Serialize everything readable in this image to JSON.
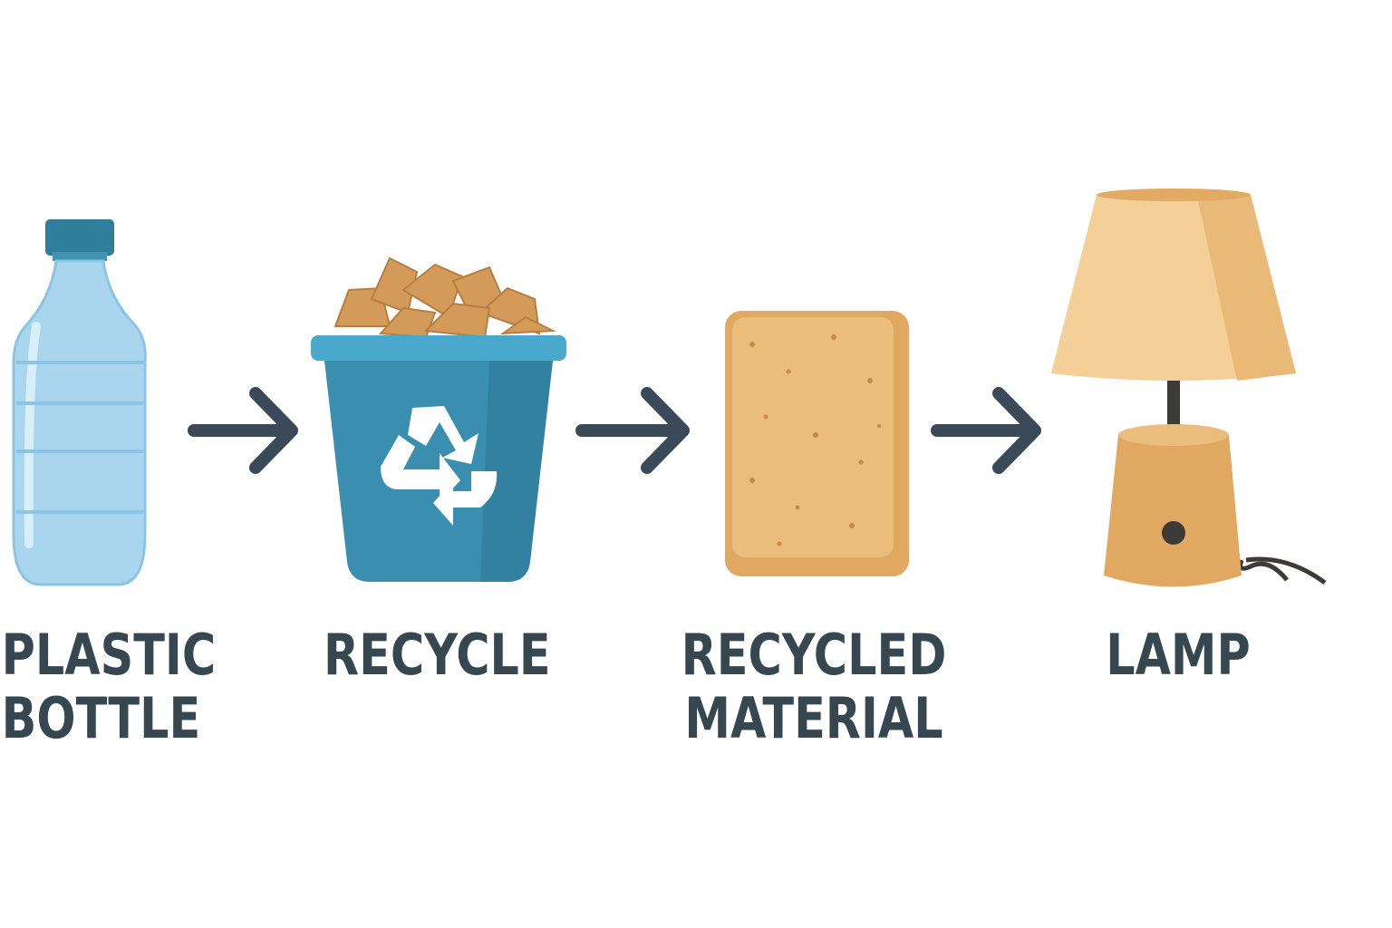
{
  "steps": [
    {
      "label_line1": "PLASTIC",
      "label_line2": "BOTTLE",
      "icon": "plastic-bottle"
    },
    {
      "label_line1": "RECYCLE",
      "icon": "recycling-bin"
    },
    {
      "label_line1": "RECYCLED",
      "label_line2": "MATERIAL",
      "icon": "cork-material-block"
    },
    {
      "label_line1": "LAMP",
      "icon": "table-lamp"
    }
  ],
  "colors": {
    "text": "#37474f",
    "arrow": "#3a4a58",
    "bottle": "#a9d6ee",
    "cap": "#2f7f9b",
    "bin": "#3a8fb0",
    "cork": "#e0a860",
    "shade": "#f4cf97"
  }
}
